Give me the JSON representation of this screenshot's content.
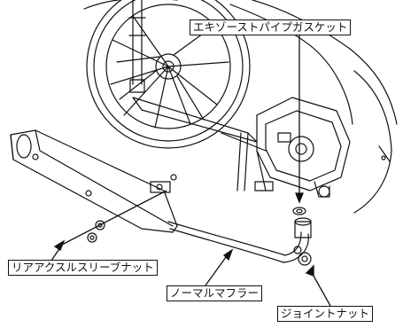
{
  "labels": {
    "exhaust_pipe_gasket": "エキゾーストパイプガスケット",
    "rear_axle_sleeve_nut": "リアアクスルスリーブナット",
    "normal_muffler": "ノーマルマフラー",
    "joint_nut": "ジョイントナット"
  },
  "colors": {
    "ink": "#111111",
    "paper": "#ffffff"
  }
}
